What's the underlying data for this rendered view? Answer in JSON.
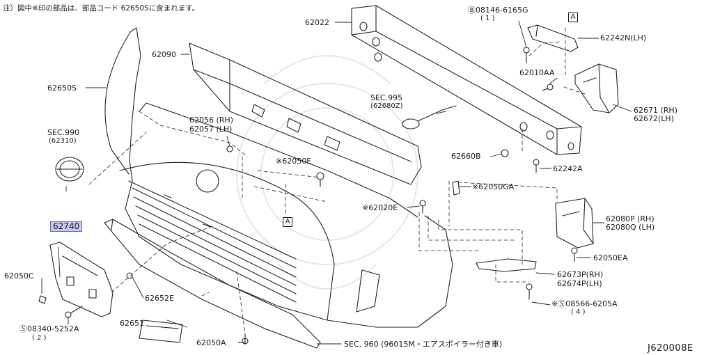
{
  "note": "注）図中※印の部品は、部品コード 62650Sに含まれます。",
  "diagram_code": "J620008E",
  "callout_a": "A",
  "parts": {
    "p62650S": "62650S",
    "p62090": "62090",
    "p62022": "62022",
    "p08146_6165G": "Ⓑ08146-6165G",
    "p08146_qty": "( 1 )",
    "p62242N": "62242N(LH)",
    "p62010AA": "62010AA",
    "p62671": "62671 (RH)",
    "p62672": "62672(LH)",
    "sec995": "SEC.995",
    "sec995_sub": "(62680Z)",
    "p62056": "62056 (RH)",
    "p62057": "62057 (LH)",
    "sec990": "SEC.990",
    "sec990_sub": "(62310)",
    "p62050E": "※62050E",
    "p62660B": "62660B",
    "p62242A": "62242A",
    "p62050GA": "※62050GA",
    "p62020E": "※62020E",
    "p62080P": "62080P (RH)",
    "p62080Q": "62080Q (LH)",
    "p62740": "62740",
    "p62050EA": "62050EA",
    "p62050C": "62050C",
    "p62673P": "62673P(RH)",
    "p62674P": "62674P(LH)",
    "p62652E": "62652E",
    "p08566": "※Ⓢ08566-6205A",
    "p08566_qty": "( 4 )",
    "p08340": "Ⓢ08340-5252A",
    "p08340_qty": "( 2 )",
    "p62651": "62651",
    "p62050A": "62050A",
    "sec960": "SEC. 960 (96015M・エアスポイラー付き車)"
  }
}
